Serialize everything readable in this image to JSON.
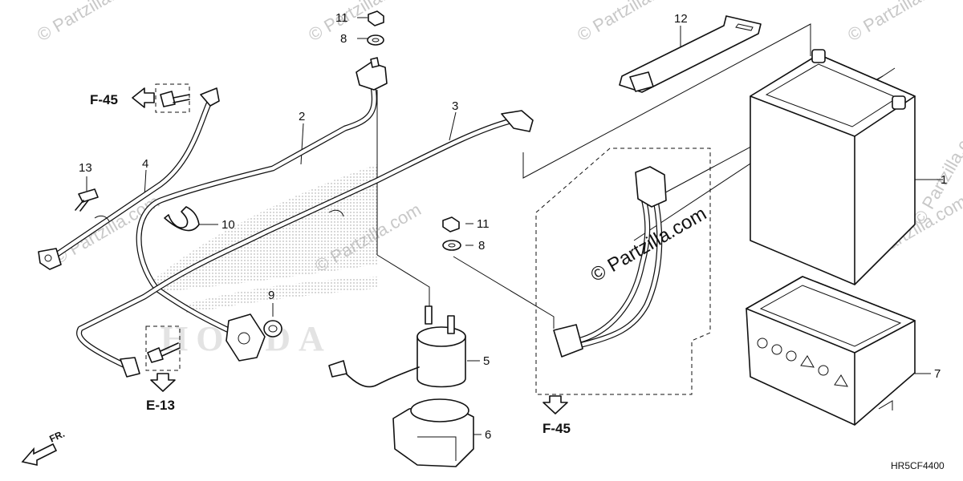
{
  "diagram": {
    "code": "HR5CF4400",
    "front_label": "FR.",
    "refs": {
      "f45_top": "F-45",
      "e13": "E-13",
      "f45_bottom": "F-45"
    },
    "callouts": {
      "c1": "1",
      "c2": "2",
      "c3": "3",
      "c4": "4",
      "c5": "5",
      "c6": "6",
      "c7": "7",
      "c8a": "8",
      "c8b": "8",
      "c9": "9",
      "c10": "10",
      "c11a": "11",
      "c11b": "11",
      "c12": "12",
      "c13": "13"
    },
    "watermark_center": "© Partzilla.com",
    "watermarks": [
      "© Partzilla.com",
      "© Partzilla.com",
      "© Partzilla.com",
      "© Partzilla.com",
      "© Partzilla.com",
      "© Partzilla.com",
      "© Partzilla.com",
      "© Partzilla.com"
    ],
    "logo_text": "HONDA"
  }
}
